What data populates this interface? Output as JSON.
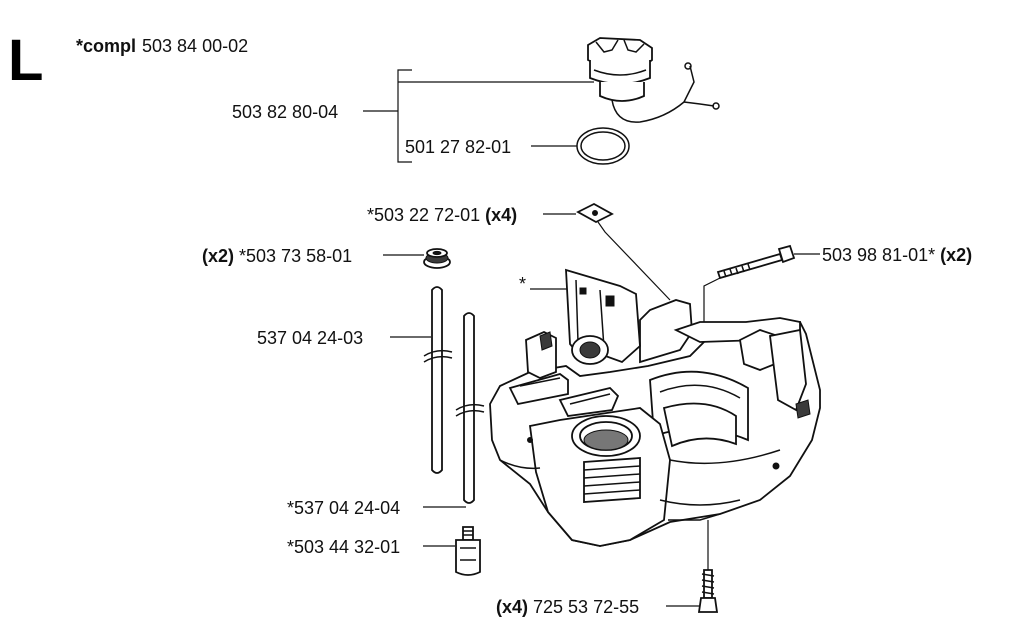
{
  "section_letter": "L",
  "header": {
    "compl_label": "*compl",
    "compl_number": "503 84 00-02"
  },
  "parts": {
    "cap_assembly": {
      "number": "503 82 80-04"
    },
    "o_ring": {
      "number": "501 27 82-01"
    },
    "plate": {
      "number": "*503 22 72-01",
      "qty": "(x4)"
    },
    "grommet": {
      "number": "*503 73 58-01",
      "qty": "(x2)"
    },
    "bolt_top": {
      "number": "503 98 81-01*",
      "qty": "(x2)"
    },
    "star_marker": {
      "text": "*"
    },
    "hose_long": {
      "number": "537 04 24-03"
    },
    "hose_short": {
      "number": "*537 04 24-04"
    },
    "filter": {
      "number": "*503 44 32-01"
    },
    "screw_bottom": {
      "number": "725 53 72-55",
      "qty": "(x4)"
    }
  }
}
